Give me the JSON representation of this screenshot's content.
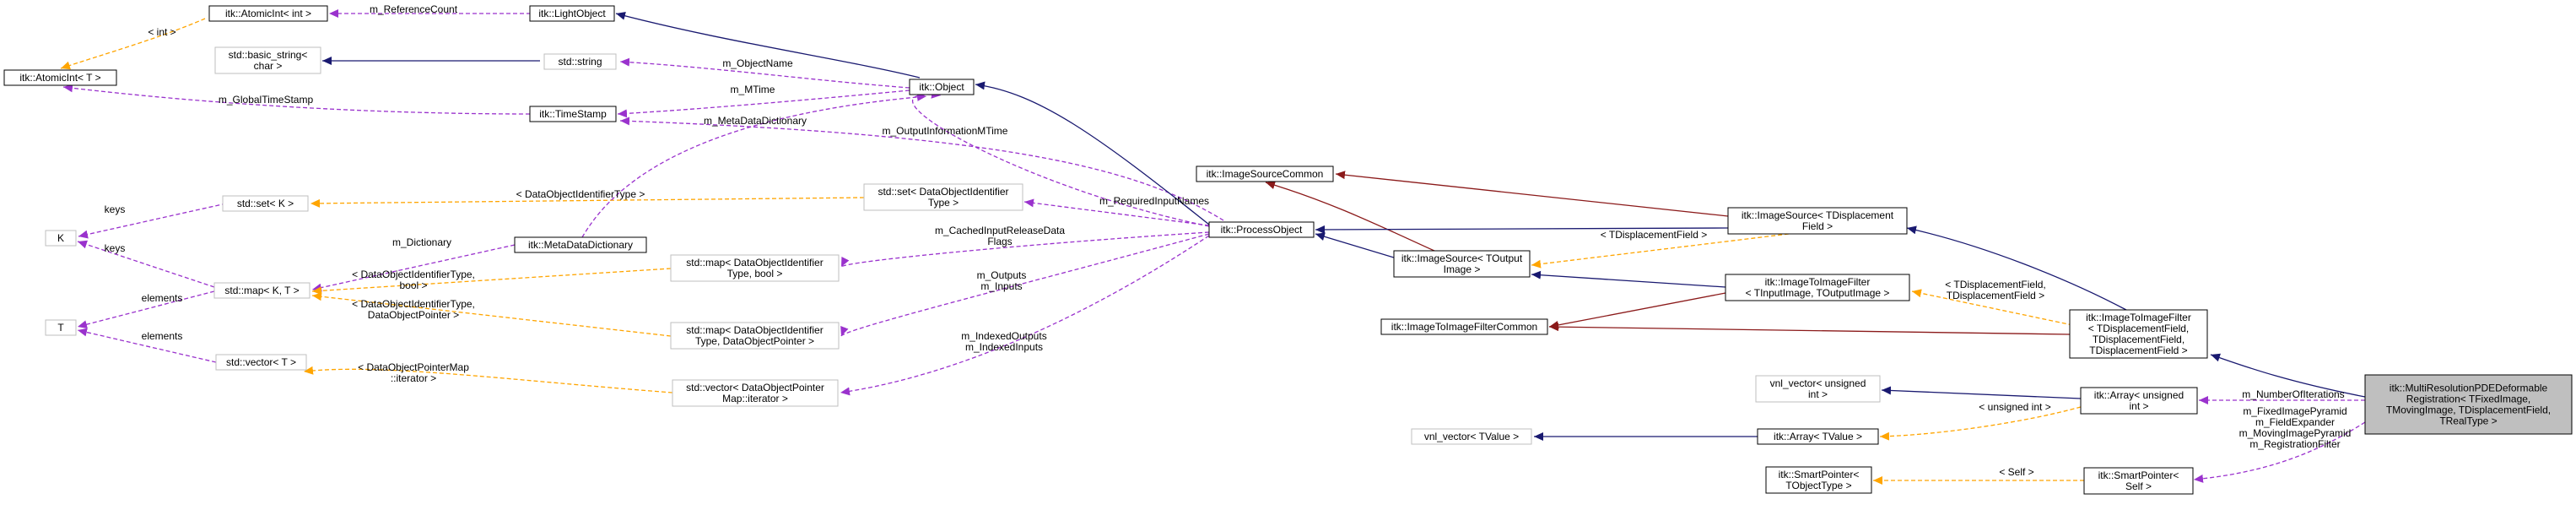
{
  "colors": {
    "inheritance": "#191970",
    "usage": "#9a32cd",
    "template": "#ffa500",
    "private": "#8b1a1a",
    "focus_fill": "#bfbfbf"
  },
  "nodes": [
    {
      "id": "atomicint_int",
      "lines": [
        "itk::AtomicInt< int >"
      ]
    },
    {
      "id": "lightobject",
      "lines": [
        "itk::LightObject"
      ]
    },
    {
      "id": "basic_string",
      "lines": [
        "std::basic_string<",
        "char >"
      ]
    },
    {
      "id": "std_string",
      "lines": [
        "std::string"
      ]
    },
    {
      "id": "object",
      "lines": [
        "itk::Object"
      ]
    },
    {
      "id": "atomicint_t",
      "lines": [
        "itk::AtomicInt< T >"
      ]
    },
    {
      "id": "timestamp",
      "lines": [
        "itk::TimeStamp"
      ]
    },
    {
      "id": "imagesourcecommon",
      "lines": [
        "itk::ImageSourceCommon"
      ]
    },
    {
      "id": "set_k",
      "lines": [
        "std::set< K >"
      ]
    },
    {
      "id": "set_doit",
      "lines": [
        "std::set< DataObjectIdentifier",
        "Type >"
      ]
    },
    {
      "id": "k",
      "lines": [
        "K"
      ]
    },
    {
      "id": "processobject",
      "lines": [
        "itk::ProcessObject"
      ]
    },
    {
      "id": "imagesource_disp",
      "lines": [
        "itk::ImageSource< TDisplacement",
        "Field >"
      ]
    },
    {
      "id": "metadatadictionary",
      "lines": [
        "itk::MetaDataDictionary"
      ]
    },
    {
      "id": "map_bool",
      "lines": [
        "std::map< DataObjectIdentifier",
        "Type, bool >"
      ]
    },
    {
      "id": "imagesource_out",
      "lines": [
        "itk::ImageSource< TOutput",
        "Image >"
      ]
    },
    {
      "id": "map_kt",
      "lines": [
        "std::map< K, T >"
      ]
    },
    {
      "id": "itif_in_out",
      "lines": [
        "itk::ImageToImageFilter",
        "< TInputImage, TOutputImage >"
      ]
    },
    {
      "id": "t",
      "lines": [
        "T"
      ]
    },
    {
      "id": "map_ptr",
      "lines": [
        "std::map< DataObjectIdentifier",
        "Type, DataObjectPointer >"
      ]
    },
    {
      "id": "itifcommon",
      "lines": [
        "itk::ImageToImageFilterCommon"
      ]
    },
    {
      "id": "itif_disp",
      "lines": [
        "itk::ImageToImageFilter",
        "< TDisplacementField,",
        "TDisplacementField,",
        "TDisplacementField >"
      ]
    },
    {
      "id": "vector_t",
      "lines": [
        "std::vector< T >"
      ]
    },
    {
      "id": "vector_ptrmap",
      "lines": [
        "std::vector< DataObjectPointer",
        "Map::iterator >"
      ]
    },
    {
      "id": "vnl_uint",
      "lines": [
        "vnl_vector< unsigned",
        "int >"
      ]
    },
    {
      "id": "array_uint",
      "lines": [
        "itk::Array< unsigned",
        "int >"
      ]
    },
    {
      "id": "vnl_tvalue",
      "lines": [
        "vnl_vector< TValue >"
      ]
    },
    {
      "id": "array_tvalue",
      "lines": [
        "itk::Array< TValue >"
      ]
    },
    {
      "id": "multires",
      "lines": [
        "itk::MultiResolutionPDEDeformable",
        "Registration< TFixedImage,",
        "TMovingImage, TDisplacementField,",
        "TRealType >"
      ]
    },
    {
      "id": "smartptr_t",
      "lines": [
        "itk::SmartPointer<",
        "TObjectType >"
      ]
    },
    {
      "id": "smartptr_self",
      "lines": [
        "itk::SmartPointer<",
        "Self >"
      ]
    }
  ],
  "edge_labels": [
    {
      "id": "lbl_refcount",
      "lines": [
        "m_ReferenceCount"
      ]
    },
    {
      "id": "lbl_int",
      "lines": [
        "< int >"
      ]
    },
    {
      "id": "lbl_objectname",
      "lines": [
        "m_ObjectName"
      ]
    },
    {
      "id": "lbl_mtime",
      "lines": [
        "m_MTime"
      ]
    },
    {
      "id": "lbl_globaltimestamp",
      "lines": [
        "m_GlobalTimeStamp"
      ]
    },
    {
      "id": "lbl_metadatadictionary",
      "lines": [
        "m_MetaDataDictionary"
      ]
    },
    {
      "id": "lbl_outputinfomtime",
      "lines": [
        "m_OutputInformationMTime"
      ]
    },
    {
      "id": "lbl_keys1",
      "lines": [
        "keys"
      ]
    },
    {
      "id": "lbl_doit_type",
      "lines": [
        "< DataObjectIdentifierType >"
      ]
    },
    {
      "id": "lbl_requiredinputnames",
      "lines": [
        "m_RequiredInputNames"
      ]
    },
    {
      "id": "lbl_keys2",
      "lines": [
        "keys"
      ]
    },
    {
      "id": "lbl_dictionary",
      "lines": [
        "m_Dictionary"
      ]
    },
    {
      "id": "lbl_cachedinput",
      "lines": [
        "m_CachedInputReleaseData",
        "Flags"
      ]
    },
    {
      "id": "lbl_tdispfield",
      "lines": [
        "< TDisplacementField >"
      ]
    },
    {
      "id": "lbl_doit_bool",
      "lines": [
        "< DataObjectIdentifierType,",
        "bool >"
      ]
    },
    {
      "id": "lbl_outputs_inputs",
      "lines": [
        "m_Outputs",
        "m_Inputs"
      ]
    },
    {
      "id": "lbl_tdisp_pair",
      "lines": [
        "< TDisplacementField,",
        "TDisplacementField >"
      ]
    },
    {
      "id": "lbl_elements1",
      "lines": [
        "elements"
      ]
    },
    {
      "id": "lbl_doit_ptr",
      "lines": [
        "< DataObjectIdentifierType,",
        "DataObjectPointer >"
      ]
    },
    {
      "id": "lbl_elements2",
      "lines": [
        "elements"
      ]
    },
    {
      "id": "lbl_indexed",
      "lines": [
        "m_IndexedOutputs",
        "m_IndexedInputs"
      ]
    },
    {
      "id": "lbl_ptrmap_iter",
      "lines": [
        "< DataObjectPointerMap",
        "::iterator >"
      ]
    },
    {
      "id": "lbl_numiter",
      "lines": [
        "m_NumberOfIterations"
      ]
    },
    {
      "id": "lbl_unsigned_int",
      "lines": [
        "< unsigned int >"
      ]
    },
    {
      "id": "lbl_pyramids",
      "lines": [
        "m_FixedImagePyramid",
        "m_FieldExpander",
        "m_MovingImagePyramid",
        "m_RegistrationFilter"
      ]
    },
    {
      "id": "lbl_self",
      "lines": [
        "< Self >"
      ]
    }
  ]
}
